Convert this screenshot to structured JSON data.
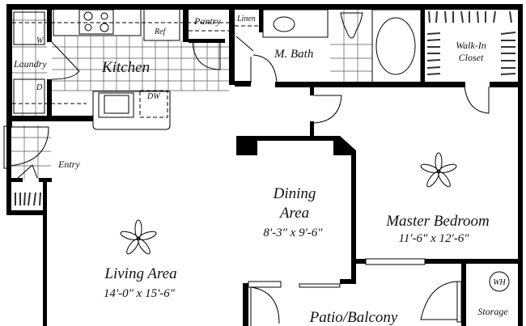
{
  "title": "Apartment Floor Plan",
  "rooms": {
    "kitchen": {
      "name": "Kitchen"
    },
    "laundry": {
      "name": "Laundry",
      "washer": "W",
      "dryer": "D"
    },
    "pantry": {
      "name": "Pantry"
    },
    "linen": {
      "name": "Linen"
    },
    "refrigerator": {
      "name": "Ref"
    },
    "dishwasher": {
      "name": "DW"
    },
    "master_bath": {
      "name": "M. Bath"
    },
    "walk_in_closet": {
      "name_line1": "Walk-In",
      "name_line2": "Closet"
    },
    "entry": {
      "name": "Entry"
    },
    "dining": {
      "name_line1": "Dining",
      "name_line2": "Area",
      "dimensions": "8'-3\" x 9'-6\""
    },
    "master_bedroom": {
      "name": "Master Bedroom",
      "dimensions": "11'-6\" x 12'-6\""
    },
    "living": {
      "name": "Living Area",
      "dimensions": "14'-0\" x 15'-6\""
    },
    "patio": {
      "name": "Patio/Balcony"
    },
    "storage": {
      "name": "Storage",
      "water_heater": "WH"
    }
  },
  "colors": {
    "wall": "#000000",
    "background": "#ffffff"
  }
}
